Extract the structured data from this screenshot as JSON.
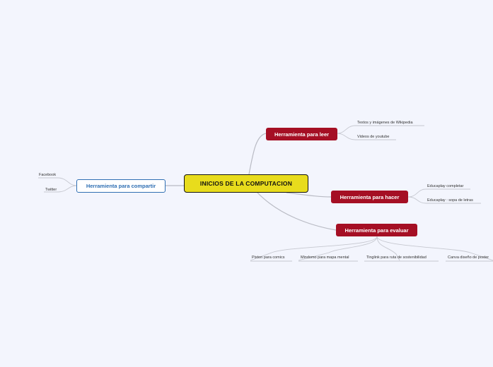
{
  "central": {
    "label": "INICIOS DE LA COMPUTACION"
  },
  "branches": {
    "leer": {
      "label": "Herramienta para leer",
      "children": [
        "Textos  y imágenes de Wikipedia",
        "Videos de youtube"
      ]
    },
    "hacer": {
      "label": "Herramienta para hacer",
      "children": [
        "Educaplay completar",
        "Educaplay : sopa de letras"
      ]
    },
    "evaluar": {
      "label": "Herramienta para evaluar",
      "children": [
        "Pixton  para comics",
        "Mindomo para mapa mental",
        "Tinglink para ruta  de sostenibilidad",
        "Canva diseño de poster"
      ]
    },
    "compartir": {
      "label": "Herramienta para compartir",
      "children": [
        "Facebook",
        "Twitter"
      ]
    }
  },
  "colors": {
    "background": "#f3f5fd",
    "central": "#e8dc1c",
    "main_branch": "#a50f24",
    "share_branch": "#2f6fb3",
    "connector": "#b9bbc4"
  }
}
